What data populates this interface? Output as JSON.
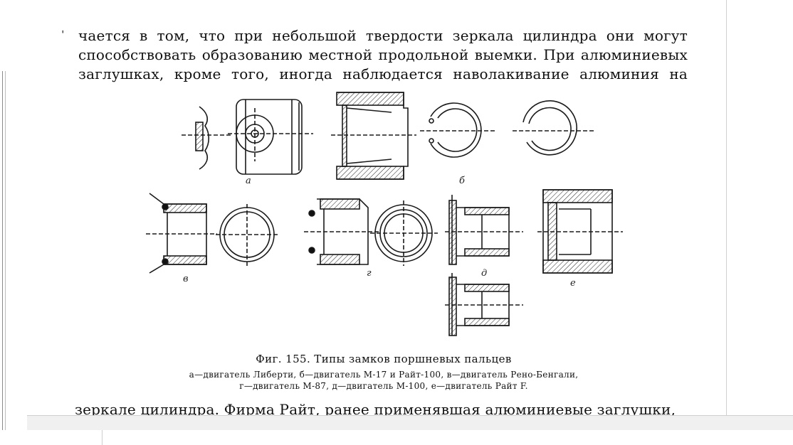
{
  "text_top": [
    "чается в том, что при небольшой твердости зеркала цилиндра они могут",
    "способствовать образованию местной продольной выемки. При алюминиевых",
    "заглушках, кроме того, иногда наблюдается наволакивание алюминия на"
  ],
  "figure": {
    "labels": [
      "а",
      "б",
      "в",
      "г",
      "д",
      "е"
    ],
    "title": "Фиг. 155. Типы замков поршневых пальцев",
    "legend_line_1": "а—двигатель Либерти, б—двигатель М-17 и Райт-100, в—двигатель Рено-Бенгали,",
    "legend_line_2": "г—двигатель М-87, д—двигатель М-100, е—двигатель Райт F."
  },
  "text_bottom": "зеркале цилиндра. Фирма Райт, ранее применявшая алюминиевые заглушки,"
}
